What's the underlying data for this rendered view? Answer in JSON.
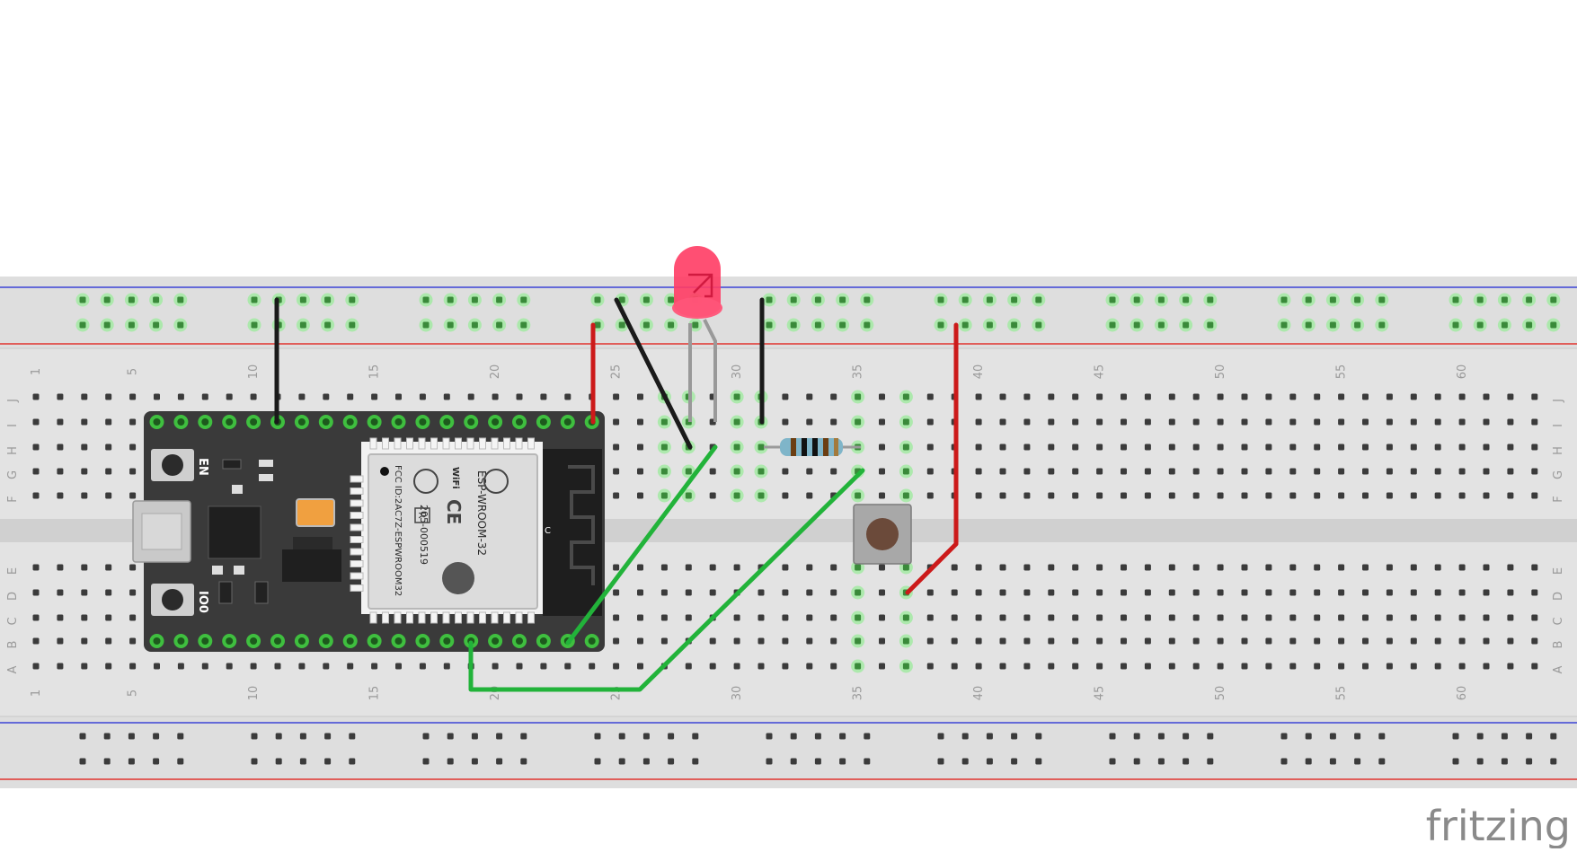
{
  "breadboard": {
    "row_labels_top": [
      "J",
      "I",
      "H",
      "G",
      "F"
    ],
    "row_labels_bottom": [
      "E",
      "D",
      "C",
      "B",
      "A"
    ],
    "column_numbers": [
      "1",
      "5",
      "10",
      "15",
      "20",
      "25",
      "30",
      "35",
      "40",
      "45",
      "50",
      "55",
      "60"
    ]
  },
  "esp32": {
    "module_name": "ESP-WROOM-32",
    "cert_code": "205-000519",
    "fcc_line": "FCC ID:2AC7Z-ESPWROOM32",
    "wifi_badge": "WiFi",
    "ce_mark": "CE",
    "r_mark": "R",
    "antenna_label": "C",
    "button_en_label": "EN",
    "button_io0_label": "IO0"
  },
  "branding": {
    "watermark": "fritzing"
  },
  "colors": {
    "wire_black": "#1a1a1a",
    "wire_red": "#cc1a1a",
    "wire_green": "#22b33a",
    "led_red": "#ff3c64",
    "board_bg": "#e3e3e3",
    "rail_blue": "#3b43d6",
    "rail_red": "#e0332f",
    "pin_green": "#3fbf3f",
    "esp_board": "#3a3a3a"
  }
}
